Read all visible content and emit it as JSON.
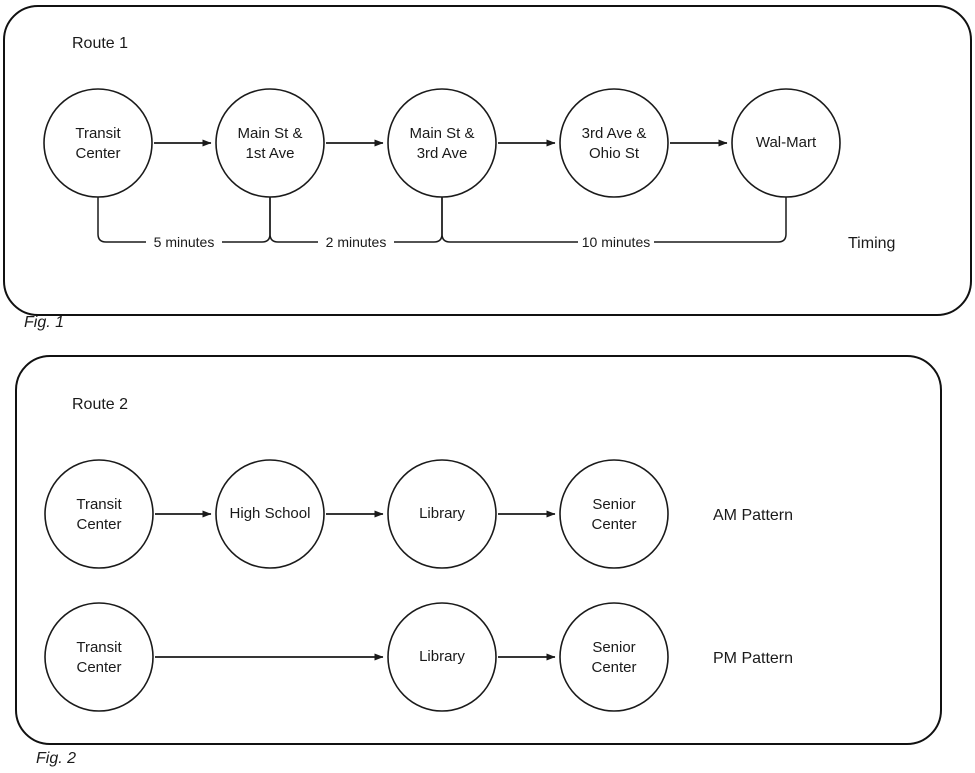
{
  "figures": [
    {
      "id": "figure-1",
      "panel_title": "Route 1",
      "caption": "Fig. 1",
      "side_label": "Timing",
      "nodes": [
        {
          "line1": "Transit",
          "line2": "Center"
        },
        {
          "line1": "Main St &",
          "line2": "1st Ave"
        },
        {
          "line1": "Main St &",
          "line2": "3rd Ave"
        },
        {
          "line1": "3rd Ave &",
          "line2": "Ohio St"
        },
        {
          "line1": "Wal-Mart",
          "line2": ""
        }
      ],
      "timings": [
        {
          "label": "5 minutes",
          "from": 0,
          "to": 1
        },
        {
          "label": "2 minutes",
          "from": 1,
          "to": 2
        },
        {
          "label": "10 minutes",
          "from": 2,
          "to": 4
        }
      ]
    },
    {
      "id": "figure-2",
      "panel_title": "Route 2",
      "caption": "Fig. 2",
      "rows": [
        {
          "side_label": "AM Pattern",
          "nodes": [
            {
              "line1": "Transit",
              "line2": "Center"
            },
            {
              "line1": "High School",
              "line2": ""
            },
            {
              "line1": "Library",
              "line2": ""
            },
            {
              "line1": "Senior",
              "line2": "Center"
            }
          ]
        },
        {
          "side_label": "PM Pattern",
          "nodes": [
            {
              "line1": "Transit",
              "line2": "Center"
            },
            {
              "line1": "Library",
              "line2": ""
            },
            {
              "line1": "Senior",
              "line2": "Center"
            }
          ]
        }
      ]
    }
  ],
  "colors": {
    "stroke": "#1a1a1a",
    "panel_stroke": "#111111",
    "background": "#ffffff"
  }
}
